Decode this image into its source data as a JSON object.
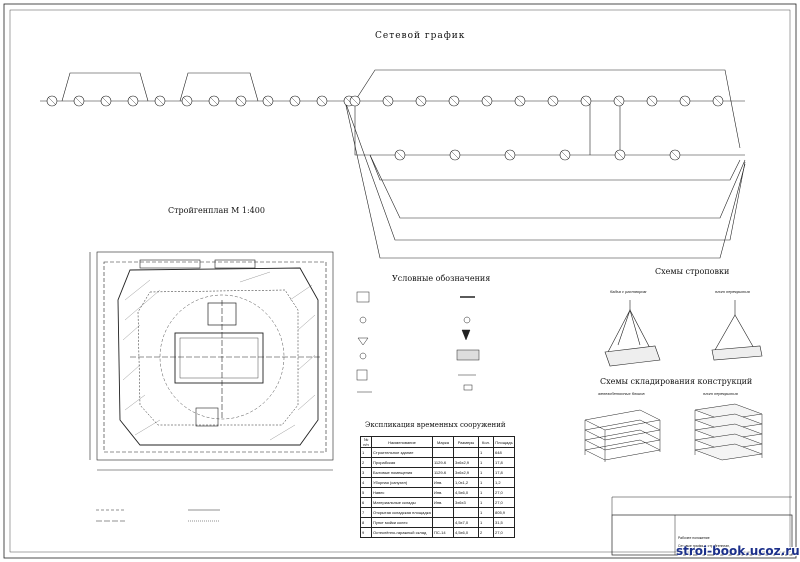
{
  "network": {
    "title": "Сетевой график",
    "nodes": [
      "1",
      "2",
      "3",
      "4",
      "5",
      "6",
      "7",
      "8",
      "9",
      "10",
      "11",
      "12",
      "13",
      "14",
      "15",
      "16",
      "17",
      "18",
      "19",
      "20",
      "21",
      "22",
      "23",
      "24",
      "25",
      "26",
      "27",
      "28",
      "29",
      "30"
    ]
  },
  "stroygenplan": {
    "title": "Стройгенплан М 1:400"
  },
  "legend": {
    "title": "Условные  обозначения"
  },
  "explication": {
    "title": "Экспликация временных сооружений",
    "headers": [
      "№ п/п",
      "Наименование",
      "Марка",
      "Размеры",
      "Кол.",
      "Площадь"
    ],
    "rows": [
      [
        "1",
        "Строительное здание",
        "",
        "",
        "1",
        "648"
      ],
      [
        "2",
        "Прорабская",
        "1129-К",
        "3х6х2,9",
        "1",
        "17,8"
      ],
      [
        "3",
        "Бытовые помещения",
        "1129-К",
        "3х6х2,9",
        "1",
        "17,8"
      ],
      [
        "4",
        "Уборная (санузел)",
        "Инв.",
        "1,0х1,2",
        "1",
        "1,2"
      ],
      [
        "5",
        "Навес",
        "Инв.",
        "4,5х6,0",
        "1",
        "27,0"
      ],
      [
        "6",
        "Материальные склады",
        "Инв.",
        "3х6х3",
        "1",
        "27,0"
      ],
      [
        "7",
        "Открытая складская площадка",
        "",
        "",
        "1",
        "805,9"
      ],
      [
        "8",
        "Пункт мойки колес",
        "",
        "4,5х7,0",
        "1",
        "31,5"
      ],
      [
        "9",
        "Остеклённо-гаражный склад",
        "ПС-14",
        "4,5х6,0",
        "2",
        "27,0"
      ]
    ]
  },
  "sling": {
    "title": "Схемы  строповки",
    "label_a": "бадья с раствором",
    "label_b": "плит перекрытия"
  },
  "stacking": {
    "title": "Схемы  складирования  конструкций",
    "label_a": "железобетонных блоков",
    "label_b": "плит перекрытия"
  },
  "stamp": {
    "title": "Рабочее положение",
    "sub": "Сетевые графики, стройгенплан,"
  },
  "watermark": "stroi-book.ucoz.ru"
}
